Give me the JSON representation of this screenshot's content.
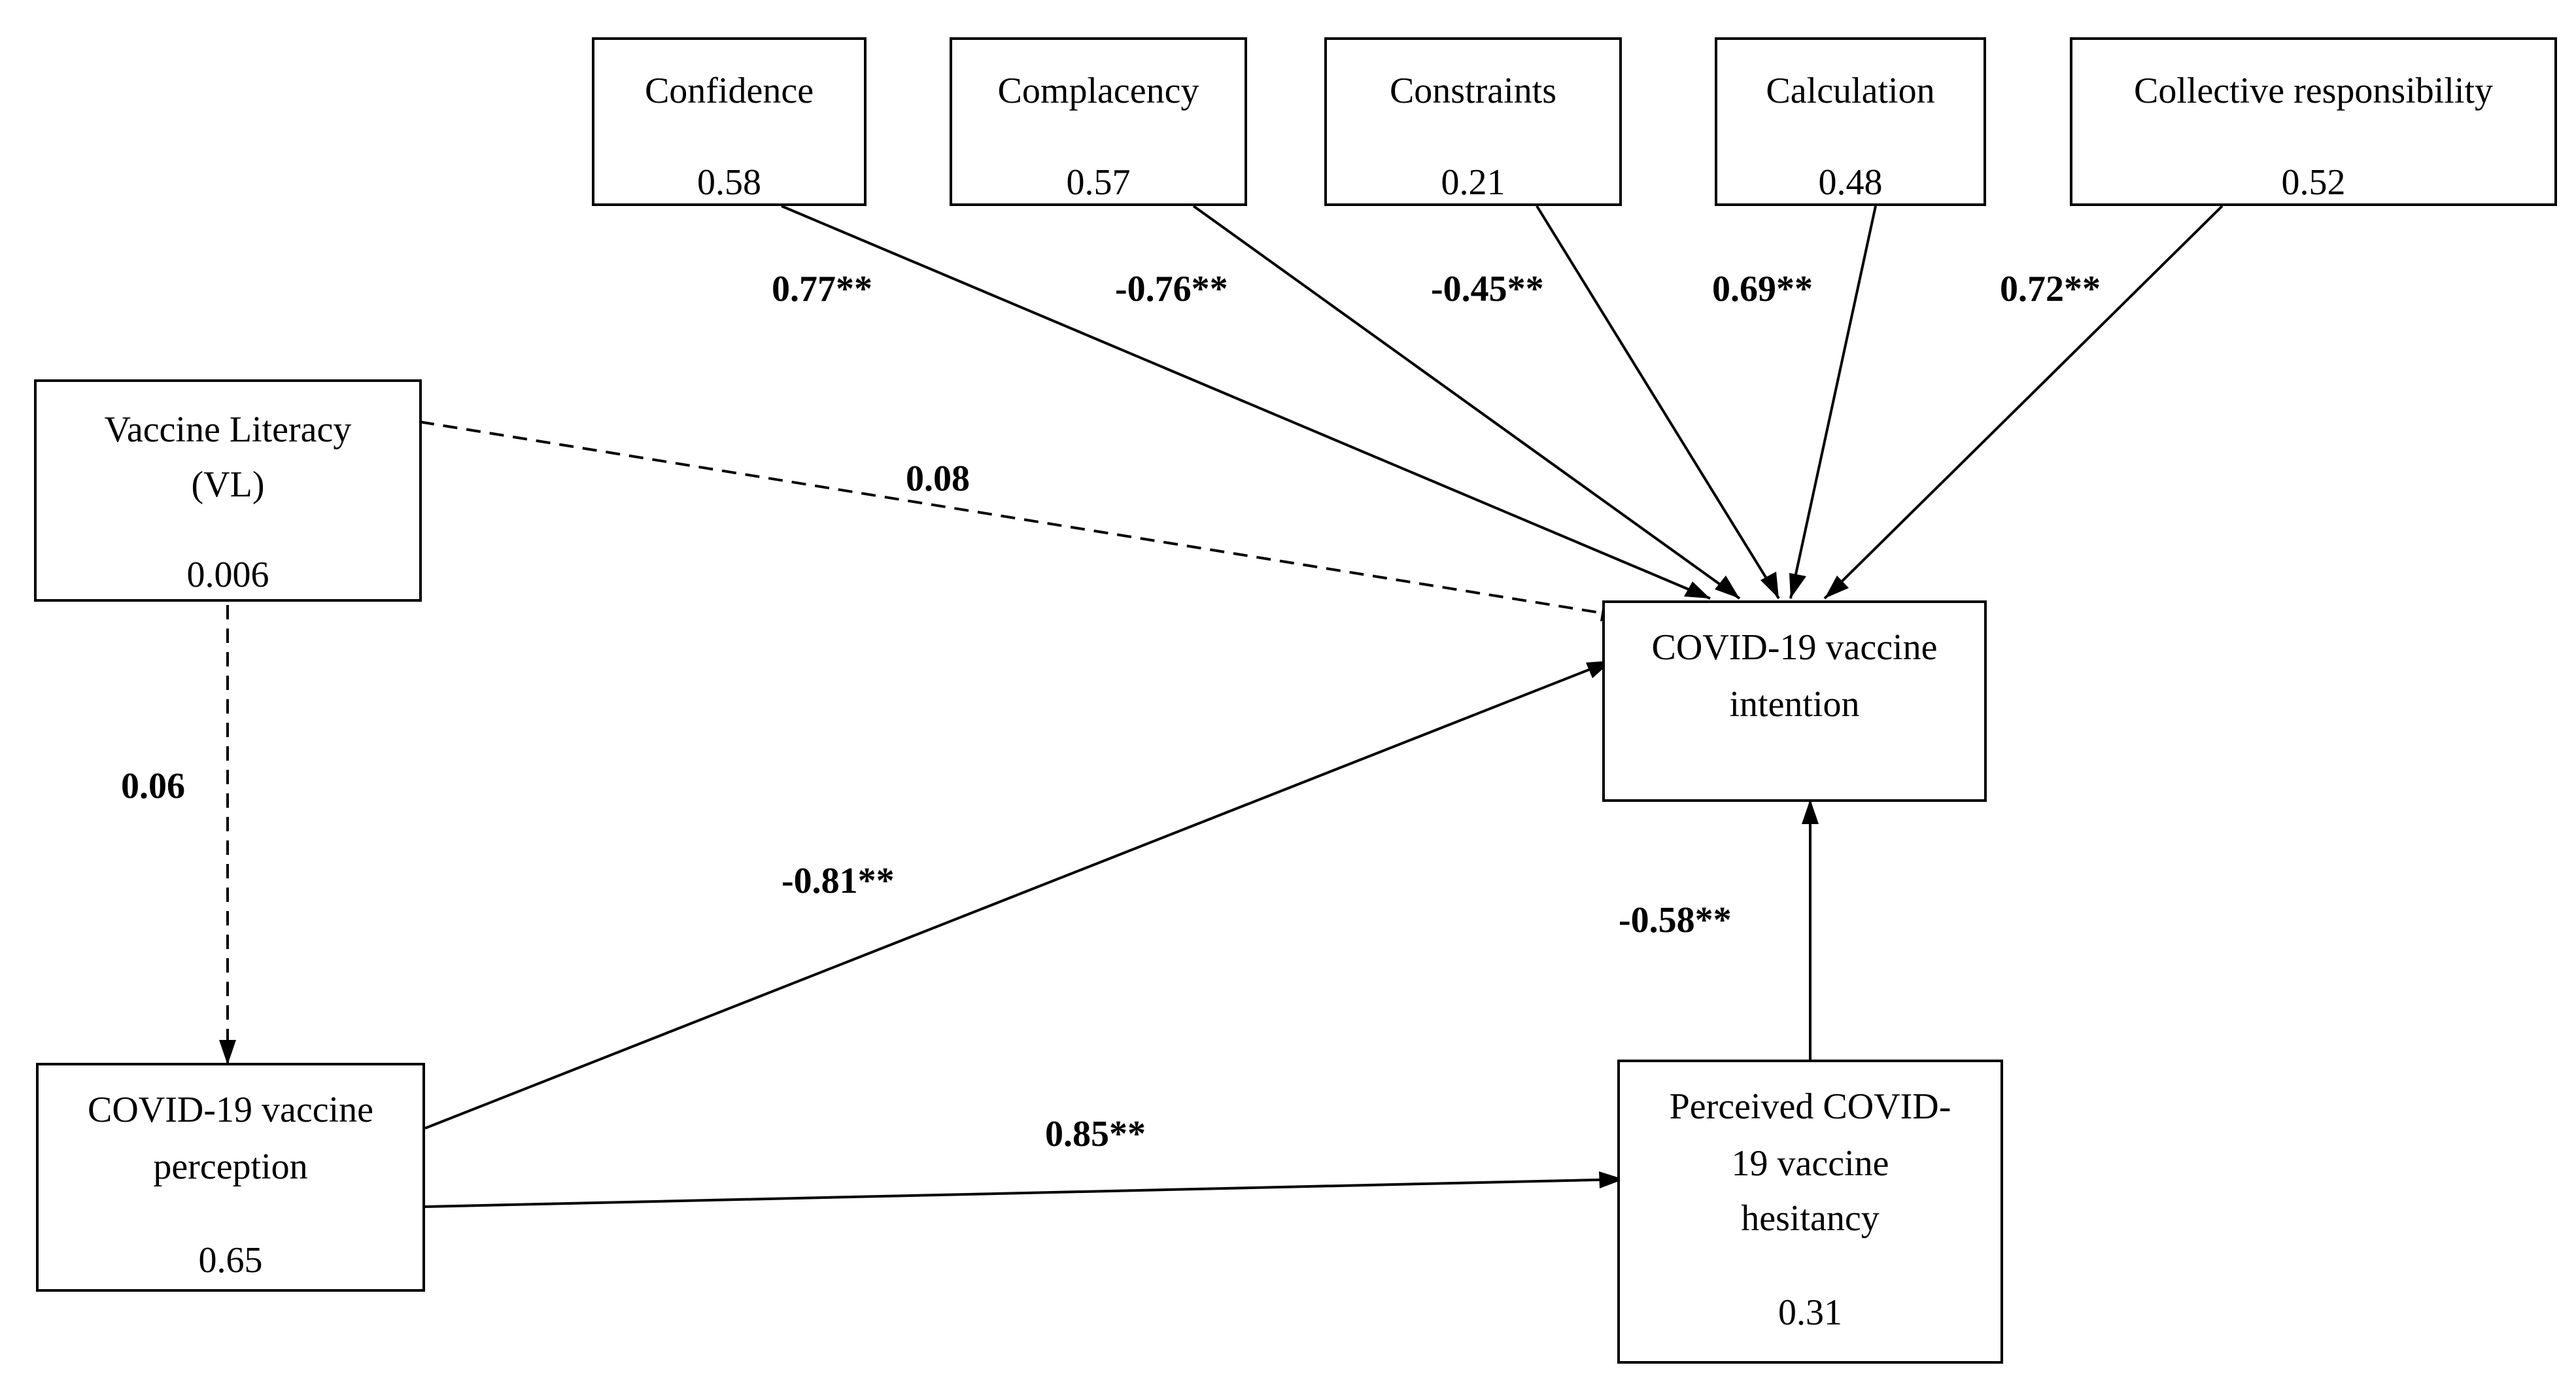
{
  "nodes": {
    "confidence": {
      "title": "Confidence",
      "value": "0.58"
    },
    "complacency": {
      "title": "Complacency",
      "value": "0.57"
    },
    "constraints": {
      "title": "Constraints",
      "value": "0.21"
    },
    "calculation": {
      "title": "Calculation",
      "value": "0.48"
    },
    "collective": {
      "title": "Collective responsibility",
      "value": "0.52"
    },
    "vl": {
      "title_line1": "Vaccine Literacy",
      "title_line2": "(VL)",
      "value": "0.006"
    },
    "intention": {
      "title_line1": "COVID-19 vaccine",
      "title_line2": "intention"
    },
    "perception": {
      "title_line1": "COVID-19 vaccine",
      "title_line2": "perception",
      "value": "0.65"
    },
    "hesitancy": {
      "title_line1": "Perceived COVID-",
      "title_line2": "19 vaccine",
      "title_line3": "hesitancy",
      "value": "0.31"
    }
  },
  "edges": {
    "confidence_intention": "0.77**",
    "complacency_intention": "-0.76**",
    "constraints_intention": "-0.45**",
    "calculation_intention": "0.69**",
    "collective_intention": "0.72**",
    "vl_intention": "0.08",
    "vl_perception": "0.06",
    "perception_intention": "-0.81**",
    "perception_hesitancy": "0.85**",
    "hesitancy_intention": "-0.58**"
  }
}
